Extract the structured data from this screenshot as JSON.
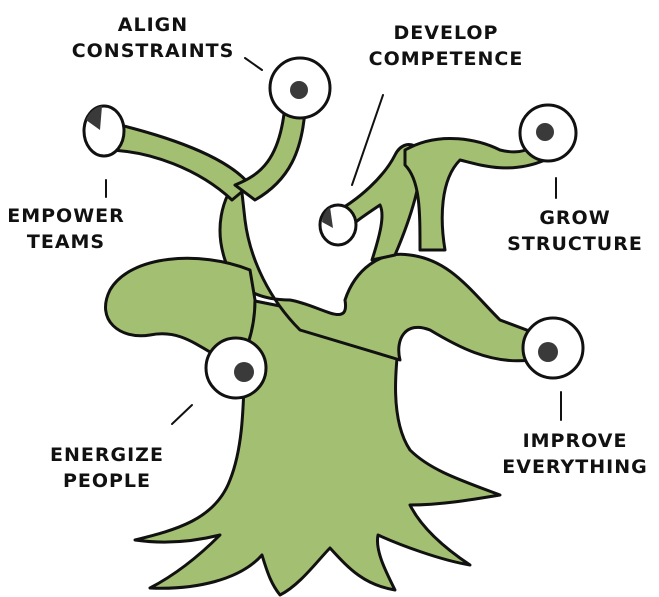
{
  "labels": {
    "align_constraints": [
      "ALIGN",
      "CONSTRAINTS"
    ],
    "develop_competence": [
      "DEVELOP",
      "COMPETENCE"
    ],
    "empower_teams": [
      "EMPOWER",
      "TEAMS"
    ],
    "grow_structure": [
      "GROW",
      "STRUCTURE"
    ],
    "energize_people": [
      "ENERGIZE",
      "PEOPLE"
    ],
    "improve_everything": [
      "IMPROVE",
      "EVERYTHING"
    ]
  },
  "colors": {
    "body": "#a3bf72",
    "outline": "#111111",
    "eye_white": "#ffffff",
    "pupil": "#3a3a3a"
  }
}
